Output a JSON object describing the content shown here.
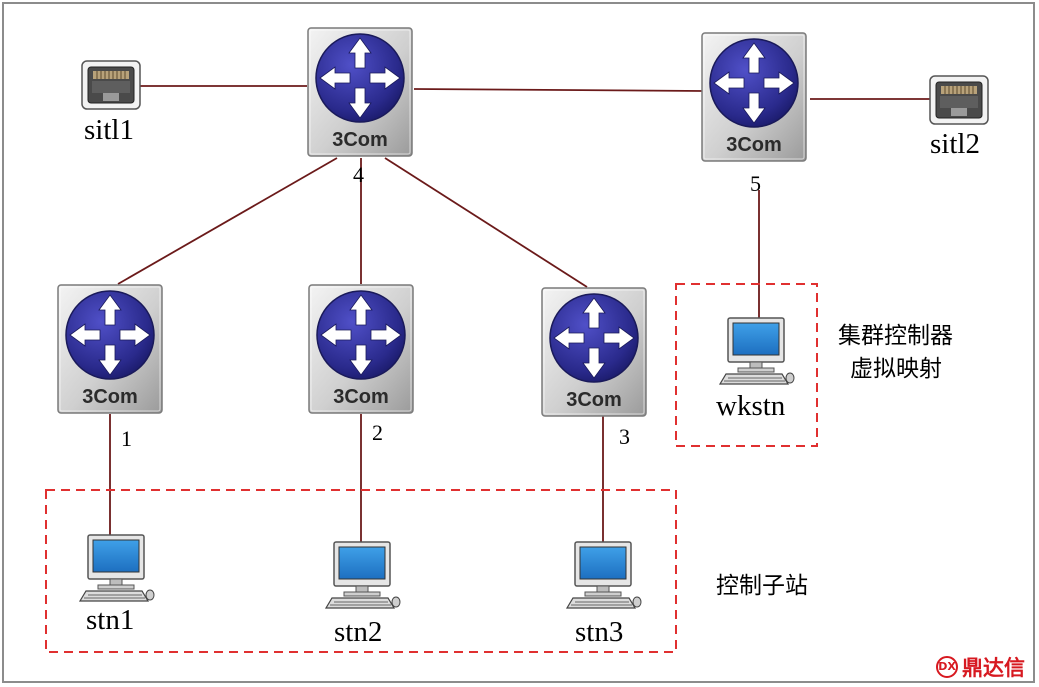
{
  "nodes": {
    "router_4": {
      "brand": "3Com",
      "port": "4"
    },
    "router_5": {
      "brand": "3Com",
      "port": "5"
    },
    "router_1": {
      "brand": "3Com",
      "port": "1"
    },
    "router_2": {
      "brand": "3Com",
      "port": "2"
    },
    "router_3": {
      "brand": "3Com",
      "port": "3"
    },
    "sitl1": "sitl1",
    "sitl2": "sitl2",
    "wkstn": "wkstn",
    "stn1": "stn1",
    "stn2": "stn2",
    "stn3": "stn3"
  },
  "groups": {
    "cluster_controller": [
      "集群控制器",
      "虚拟映射"
    ],
    "control_substations": "控制子站"
  },
  "colors": {
    "link": "#6b1a1a",
    "router_disc": "#2a2a8c",
    "group_border": "#e03030",
    "watermark": "#d71920"
  },
  "watermark": "鼎达信"
}
